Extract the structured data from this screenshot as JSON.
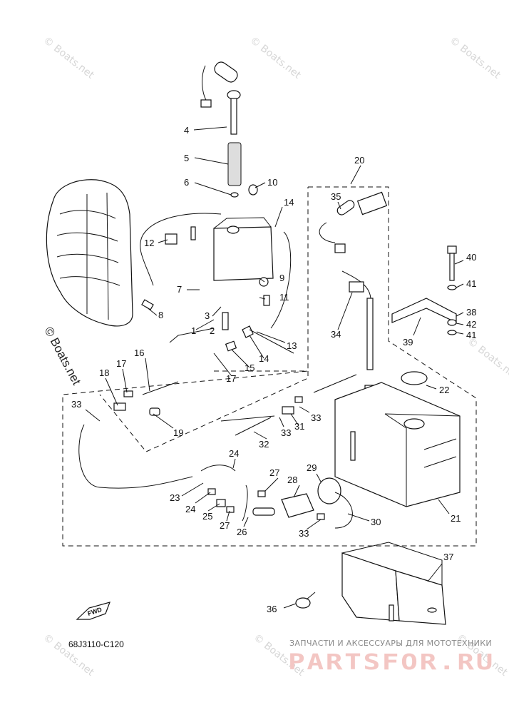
{
  "diagram": {
    "reference_code": "68J3110-C120",
    "fwd_label": "FWD",
    "side_watermark": "© Boats.net",
    "watermark_text": "© Boats.net",
    "brand": {
      "subtitle": "ЗАПЧАСТИ И АКСЕССУАРЫ ДЛЯ МОТОТЕХНИКИ",
      "name": "PARTSFOR.RU"
    },
    "callouts": [
      {
        "id": "c4",
        "label": "4"
      },
      {
        "id": "c5",
        "label": "5"
      },
      {
        "id": "c6",
        "label": "6"
      },
      {
        "id": "c10",
        "label": "10"
      },
      {
        "id": "c14a",
        "label": "14"
      },
      {
        "id": "c12",
        "label": "12"
      },
      {
        "id": "c7",
        "label": "7"
      },
      {
        "id": "c9",
        "label": "9"
      },
      {
        "id": "c11",
        "label": "11"
      },
      {
        "id": "c8",
        "label": "8"
      },
      {
        "id": "c3",
        "label": "3"
      },
      {
        "id": "c1",
        "label": "1"
      },
      {
        "id": "c2",
        "label": "2"
      },
      {
        "id": "c13",
        "label": "13"
      },
      {
        "id": "c14b",
        "label": "14"
      },
      {
        "id": "c15",
        "label": "15"
      },
      {
        "id": "c16",
        "label": "16"
      },
      {
        "id": "c17a",
        "label": "17"
      },
      {
        "id": "c17b",
        "label": "17"
      },
      {
        "id": "c18",
        "label": "18"
      },
      {
        "id": "c19",
        "label": "19"
      },
      {
        "id": "c20",
        "label": "20"
      },
      {
        "id": "c35",
        "label": "35"
      },
      {
        "id": "c34",
        "label": "34"
      },
      {
        "id": "c40",
        "label": "40"
      },
      {
        "id": "c41a",
        "label": "41"
      },
      {
        "id": "c38",
        "label": "38"
      },
      {
        "id": "c42",
        "label": "42"
      },
      {
        "id": "c41b",
        "label": "41"
      },
      {
        "id": "c39",
        "label": "39"
      },
      {
        "id": "c22",
        "label": "22"
      },
      {
        "id": "c33a",
        "label": "33"
      },
      {
        "id": "c33b",
        "label": "33"
      },
      {
        "id": "c33c",
        "label": "33"
      },
      {
        "id": "c33d",
        "label": "33"
      },
      {
        "id": "c31",
        "label": "31"
      },
      {
        "id": "c32",
        "label": "32"
      },
      {
        "id": "c24a",
        "label": "24"
      },
      {
        "id": "c23",
        "label": "23"
      },
      {
        "id": "c24b",
        "label": "24"
      },
      {
        "id": "c25",
        "label": "25"
      },
      {
        "id": "c27a",
        "label": "27"
      },
      {
        "id": "c27b",
        "label": "27"
      },
      {
        "id": "c26",
        "label": "26"
      },
      {
        "id": "c28",
        "label": "28"
      },
      {
        "id": "c29",
        "label": "29"
      },
      {
        "id": "c30",
        "label": "30"
      },
      {
        "id": "c21",
        "label": "21"
      },
      {
        "id": "c37",
        "label": "37"
      },
      {
        "id": "c36",
        "label": "36"
      }
    ]
  }
}
